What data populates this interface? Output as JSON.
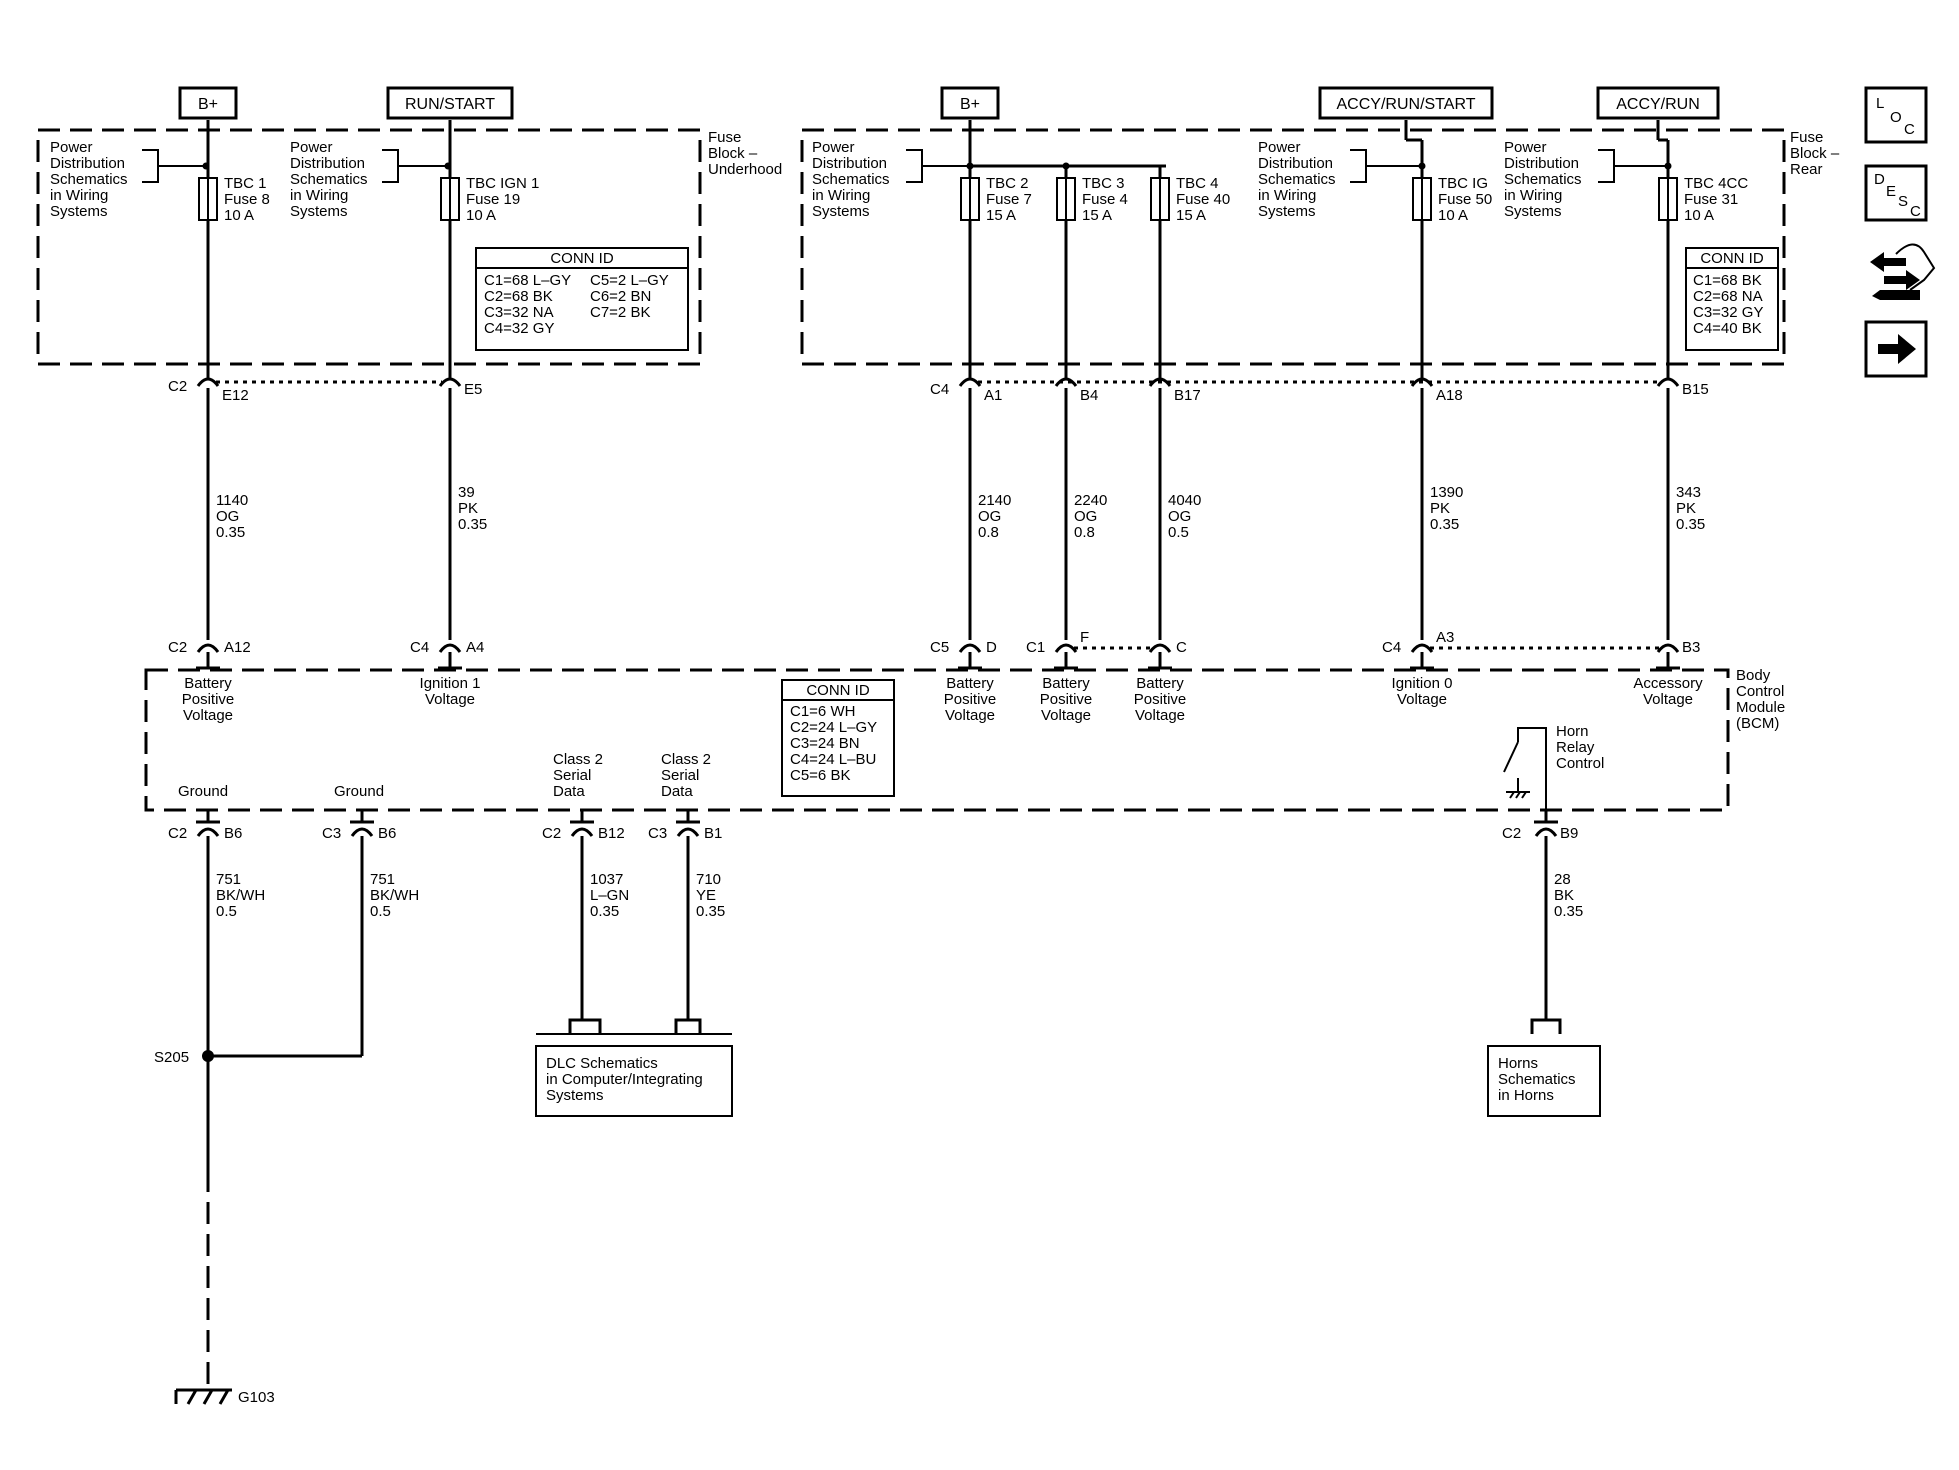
{
  "sources": [
    {
      "label": "B+"
    },
    {
      "label": "RUN/START"
    },
    {
      "label": "B+"
    },
    {
      "label": "ACCY/RUN/START"
    },
    {
      "label": "ACCY/RUN"
    }
  ],
  "fuse_blocks": {
    "underhood_label": [
      "Fuse",
      "Block –",
      "Underhood"
    ],
    "rear_label": [
      "Fuse",
      "Block –",
      "Rear"
    ],
    "power_ref": [
      "Power",
      "Distribution",
      "Schematics",
      "in Wiring",
      "Systems"
    ]
  },
  "fuses": [
    {
      "lines": [
        "TBC 1",
        "Fuse 8",
        "10 A"
      ]
    },
    {
      "lines": [
        "TBC IGN 1",
        "Fuse 19",
        "10 A"
      ]
    },
    {
      "lines": [
        "TBC 2",
        "Fuse 7",
        "15 A"
      ]
    },
    {
      "lines": [
        "TBC 3",
        "Fuse 4",
        "15 A"
      ]
    },
    {
      "lines": [
        "TBC 4",
        "Fuse 40",
        "15 A"
      ]
    },
    {
      "lines": [
        "TBC IG",
        "Fuse 50",
        "10 A"
      ]
    },
    {
      "lines": [
        "TBC 4CC",
        "Fuse 31",
        "10 A"
      ]
    }
  ],
  "conn_id_underhood": {
    "title": "CONN ID",
    "rows": [
      [
        "C1=68 L–GY",
        "C5=2 L–GY"
      ],
      [
        "C2=68 BK",
        "C6=2 BN"
      ],
      [
        "C3=32 NA",
        "C7=2 BK"
      ],
      [
        "C4=32 GY",
        ""
      ]
    ]
  },
  "conn_id_rear": {
    "title": "CONN ID",
    "rows": [
      "C1=68 BK",
      "C2=68 NA",
      "C3=32 GY",
      "C4=40 BK"
    ]
  },
  "conn_id_bcm": {
    "title": "CONN ID",
    "rows": [
      "C1=6 WH",
      "C2=24 L–GY",
      "C3=24 BN",
      "C4=24 L–BU",
      "C5=6 BK"
    ]
  },
  "top_connectors": [
    {
      "conn": "C2",
      "pin": "E12"
    },
    {
      "conn": "",
      "pin": "E5"
    },
    {
      "conn": "C4",
      "pin": "A1"
    },
    {
      "conn": "",
      "pin": "B4"
    },
    {
      "conn": "",
      "pin": "B17"
    },
    {
      "conn": "",
      "pin": "A18"
    },
    {
      "conn": "",
      "pin": "B15"
    }
  ],
  "upper_wires": [
    {
      "lines": [
        "1140",
        "OG",
        "0.35"
      ]
    },
    {
      "lines": [
        "39",
        "PK",
        "0.35"
      ]
    },
    {
      "lines": [
        "2140",
        "OG",
        "0.8"
      ]
    },
    {
      "lines": [
        "2240",
        "OG",
        "0.8"
      ]
    },
    {
      "lines": [
        "4040",
        "OG",
        "0.5"
      ]
    },
    {
      "lines": [
        "1390",
        "PK",
        "0.35"
      ]
    },
    {
      "lines": [
        "343",
        "PK",
        "0.35"
      ]
    }
  ],
  "bcm_top_connectors": [
    {
      "conn": "C2",
      "pin": "A12"
    },
    {
      "conn": "C4",
      "pin": "A4"
    },
    {
      "conn": "C5",
      "pin": "D"
    },
    {
      "conn": "C1",
      "pin": "F"
    },
    {
      "conn": "",
      "pin": "C"
    },
    {
      "conn": "C4",
      "pin": "A3"
    },
    {
      "conn": "",
      "pin": "B3"
    }
  ],
  "bcm_inputs": [
    {
      "lines": [
        "Battery",
        "Positive",
        "Voltage"
      ]
    },
    {
      "lines": [
        "Ignition 1",
        "Voltage"
      ]
    },
    {
      "lines": [
        "Battery",
        "Positive",
        "Voltage"
      ]
    },
    {
      "lines": [
        "Battery",
        "Positive",
        "Voltage"
      ]
    },
    {
      "lines": [
        "Battery",
        "Positive",
        "Voltage"
      ]
    },
    {
      "lines": [
        "Ignition 0",
        "Voltage"
      ]
    },
    {
      "lines": [
        "Accessory",
        "Voltage"
      ]
    }
  ],
  "bcm_label": [
    "Body",
    "Control",
    "Module",
    "(BCM)"
  ],
  "horn_relay_label": [
    "Horn",
    "Relay",
    "Control"
  ],
  "bcm_outputs": [
    {
      "lines": [
        "Ground"
      ]
    },
    {
      "lines": [
        "Ground"
      ]
    },
    {
      "lines": [
        "Class 2",
        "Serial",
        "Data"
      ]
    },
    {
      "lines": [
        "Class 2",
        "Serial",
        "Data"
      ]
    }
  ],
  "bottom_connectors": [
    {
      "conn": "C2",
      "pin": "B6"
    },
    {
      "conn": "C3",
      "pin": "B6"
    },
    {
      "conn": "C2",
      "pin": "B12"
    },
    {
      "conn": "C3",
      "pin": "B1"
    },
    {
      "conn": "C2",
      "pin": "B9"
    }
  ],
  "lower_wires": [
    {
      "lines": [
        "751",
        "BK/WH",
        "0.5"
      ]
    },
    {
      "lines": [
        "751",
        "BK/WH",
        "0.5"
      ]
    },
    {
      "lines": [
        "1037",
        "L–GN",
        "0.35"
      ]
    },
    {
      "lines": [
        "710",
        "YE",
        "0.35"
      ]
    },
    {
      "lines": [
        "28",
        "BK",
        "0.35"
      ]
    }
  ],
  "splice_label": "S205",
  "ground_label": "G103",
  "ref_boxes": {
    "dlc": [
      "DLC Schematics",
      "in Computer/Integrating",
      "Systems"
    ],
    "horns": [
      "Horns",
      "Schematics",
      "in Horns"
    ]
  },
  "side_icons": [
    {
      "name": "loc",
      "letters": [
        "L",
        "O",
        "C"
      ]
    },
    {
      "name": "desc",
      "letters": [
        "D",
        "E",
        "S",
        "C"
      ]
    },
    {
      "name": "diagnostic-flow-icon"
    },
    {
      "name": "next-arrow-icon"
    }
  ]
}
